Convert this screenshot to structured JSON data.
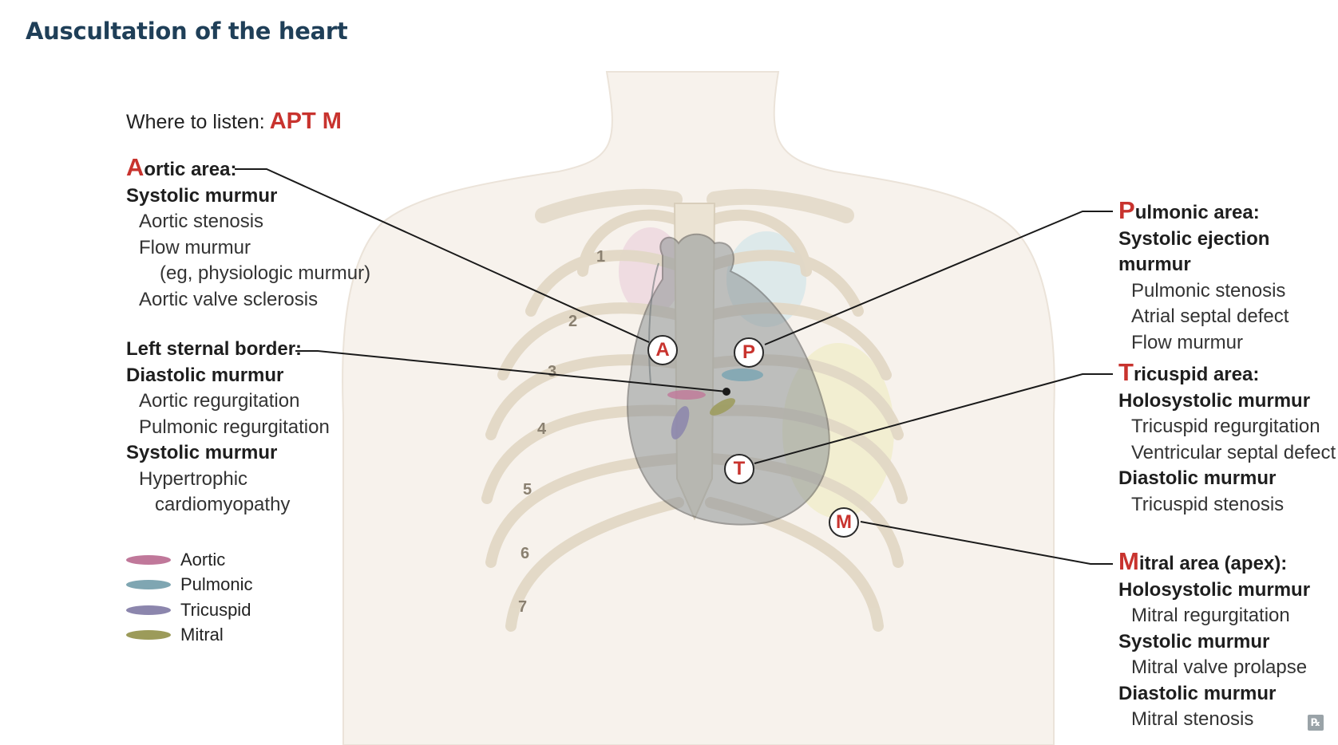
{
  "title": "Auscultation of the heart",
  "where": {
    "label": "Where to listen:",
    "mnemonic": "APT M"
  },
  "aortic": {
    "cap": "A",
    "rest": "ortic area:",
    "subhead": "Systolic murmur",
    "items": [
      "Aortic stenosis",
      "Flow murmur",
      "(eg, physiologic murmur)",
      "Aortic valve sclerosis"
    ]
  },
  "lsb": {
    "heading": "Left sternal border:",
    "sub1": "Diastolic murmur",
    "items1": [
      "Aortic regurgitation",
      "Pulmonic regurgitation"
    ],
    "sub2": "Systolic murmur",
    "items2": [
      "Hypertrophic",
      "cardiomyopathy"
    ]
  },
  "pulmonic": {
    "cap": "P",
    "rest": "ulmonic area:",
    "subhead": "Systolic ejection murmur",
    "items": [
      "Pulmonic stenosis",
      "Atrial septal defect",
      "Flow murmur"
    ]
  },
  "tricuspid": {
    "cap": "T",
    "rest": "ricuspid area:",
    "sub1": "Holosystolic murmur",
    "items1": [
      "Tricuspid regurgitation",
      "Ventricular septal defect"
    ],
    "sub2": "Diastolic murmur",
    "items2": [
      "Tricuspid stenosis"
    ]
  },
  "mitral": {
    "cap": "M",
    "rest": "itral area (apex):",
    "sub1": "Holosystolic murmur",
    "items1": [
      "Mitral regurgitation"
    ],
    "sub2": "Systolic murmur",
    "items2": [
      "Mitral valve prolapse"
    ],
    "sub3": "Diastolic murmur",
    "items3": [
      "Mitral stenosis"
    ]
  },
  "legend": [
    {
      "label": "Aortic",
      "color": "#c0789a"
    },
    {
      "label": "Pulmonic",
      "color": "#7fa6b2"
    },
    {
      "label": "Tricuspid",
      "color": "#8c86ad"
    },
    {
      "label": "Mitral",
      "color": "#9c9b5a"
    }
  ],
  "markers": {
    "a": "A",
    "p": "P",
    "t": "T",
    "m": "M"
  },
  "rib_numbers": [
    "1",
    "2",
    "3",
    "4",
    "5",
    "6",
    "7"
  ],
  "rx_icon": "rx-logo-icon"
}
